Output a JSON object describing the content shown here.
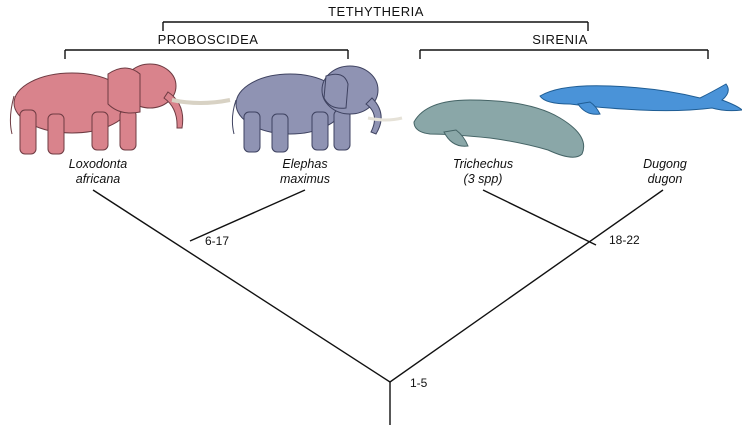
{
  "groups": {
    "root": "TETHYTHERIA",
    "left": "PROBOSCIDEA",
    "right": "SIRENIA"
  },
  "species": [
    {
      "line1": "Loxodonta",
      "line2": "africana",
      "color": "#d9838c"
    },
    {
      "line1": "Elephas",
      "line2": "maximus",
      "color": "#8f93b3"
    },
    {
      "line1": "Trichechus",
      "line2": "(3 spp)",
      "color": "#8aa7a8"
    },
    {
      "line1": "Dugong",
      "line2": "dugon",
      "color": "#4a93d8"
    }
  ],
  "nodes": {
    "root": "1-5",
    "proboscidea": "6-17",
    "sirenia": "18-22"
  },
  "colors": {
    "line": "#111111",
    "elephant_african": "#d9838c",
    "elephant_asian": "#8f93b3",
    "manatee": "#8aa7a8",
    "dugong": "#4a93d8"
  }
}
